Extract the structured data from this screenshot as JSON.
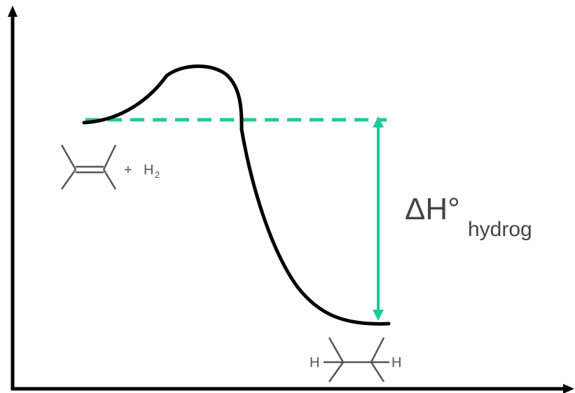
{
  "colors": {
    "axis": "#000000",
    "curve": "#000000",
    "accent": "#1ec99a",
    "molecule": "#555555"
  },
  "reactant": {
    "plus": "+",
    "h": "H",
    "sub": "2"
  },
  "product": {
    "left_h": "H",
    "right_h": "H"
  },
  "delta_label": {
    "symbol": "ΔH°",
    "subscript": "hydrog"
  }
}
